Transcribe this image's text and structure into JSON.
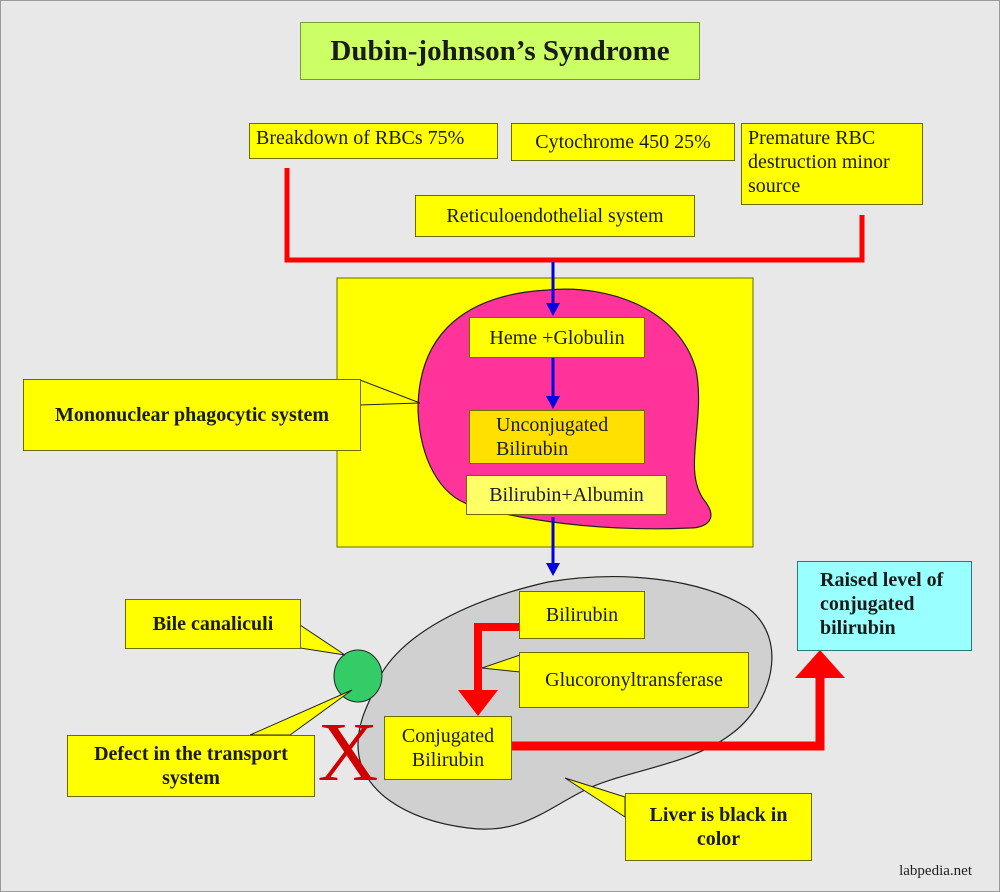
{
  "title": "Dubin-johnson’s Syndrome",
  "sources": {
    "rbc_breakdown": "Breakdown of RBCs 75%",
    "cytochrome": "Cytochrome 450 25%",
    "premature": "Premature RBC destruction minor source"
  },
  "reticuloendothelial": "Reticuloendothelial system",
  "mononuclear": "Mononuclear phagocytic system",
  "macrophage_steps": {
    "heme": "Heme +Globulin",
    "unconjugated": "Unconjugated Bilirubin",
    "albumin_bound": "Bilirubin+Albumin"
  },
  "liver": {
    "bilirubin": "Bilirubin",
    "enzyme": "Glucoronyltransferase",
    "conjugated": "Conjugated Bilirubin",
    "color_note": "Liver is black in color"
  },
  "bile_canaliculi": "Bile canaliculi",
  "transport_defect": "Defect in the transport system",
  "defect_mark": "X",
  "outcome": "Raised level of conjugated bilirubin",
  "watermark": "labpedia.net",
  "colors": {
    "background": "#e8e8e8",
    "box": "#ffff00",
    "title_box": "#ccff66",
    "cell": "#ff3399",
    "liver": "#d0d0d0",
    "canaliculus": "#33cc66",
    "outcome_box": "#99ffff",
    "red_line": "#ff0000",
    "blue_arrow": "#0000e0",
    "x_mark": "#d00000"
  }
}
